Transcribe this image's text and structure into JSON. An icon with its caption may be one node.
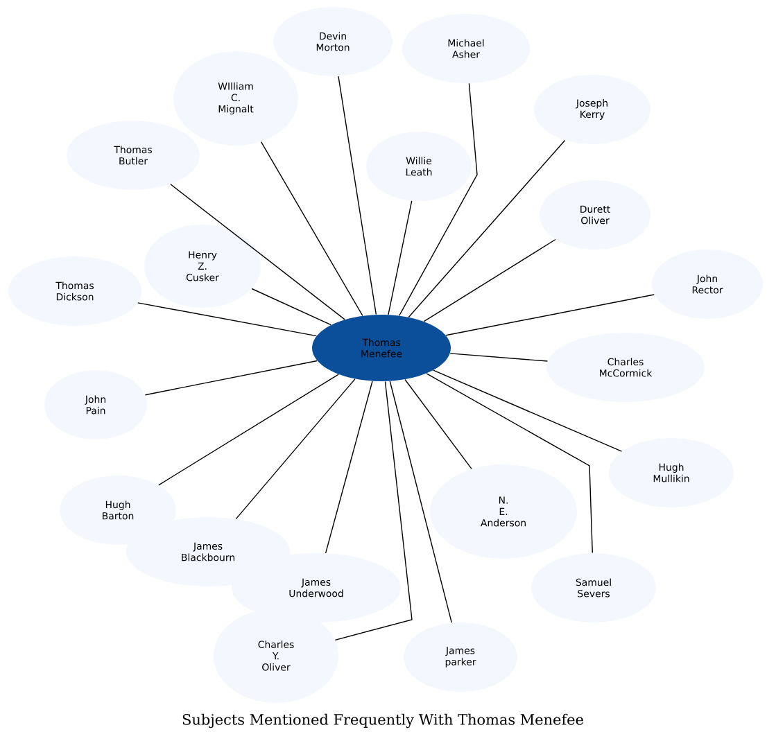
{
  "diagram": {
    "title": "Subjects Mentioned Frequently With Thomas Menefee",
    "nodes": [
      {
        "text": [
          "Thomas Menefee"
        ]
      },
      {
        "text": [
          "Devin Morton"
        ]
      },
      {
        "text": [
          "Michael Asher"
        ]
      },
      {
        "text": [
          "WIlliam C. Mignalt"
        ]
      },
      {
        "text": [
          "Joseph Kerry"
        ]
      },
      {
        "text": [
          "Thomas Butler"
        ]
      },
      {
        "text": [
          "Willie Leath"
        ]
      },
      {
        "text": [
          "Durett Oliver"
        ]
      },
      {
        "text": [
          "Henry Z. Cusker"
        ]
      },
      {
        "text": [
          "Thomas Dickson"
        ]
      },
      {
        "text": [
          "John Rector"
        ]
      },
      {
        "text": [
          "Charles McCormick"
        ]
      },
      {
        "text": [
          "John Pain"
        ]
      },
      {
        "text": [
          "Hugh Mullikin"
        ]
      },
      {
        "text": [
          "Hugh Barton"
        ]
      },
      {
        "text": [
          "N. E. Anderson"
        ]
      },
      {
        "text": [
          "James Blackbourn"
        ]
      },
      {
        "text": [
          "James Underwood"
        ]
      },
      {
        "text": [
          "Samuel Severs"
        ]
      },
      {
        "text": [
          "Charles Y. Oliver"
        ]
      },
      {
        "text": [
          "James parker"
        ]
      }
    ],
    "edges": [
      {
        "from": 1,
        "to": 0,
        "arrow": "none"
      },
      {
        "from": 2,
        "to": 0,
        "arrow": "none"
      },
      {
        "from": 3,
        "to": 0,
        "arrow": "none"
      },
      {
        "from": 4,
        "to": 0,
        "arrow": "none"
      },
      {
        "from": 5,
        "to": 0,
        "arrow": "none"
      },
      {
        "from": 6,
        "to": 0,
        "arrow": "none"
      },
      {
        "from": 7,
        "to": 0,
        "arrow": "none"
      },
      {
        "from": 8,
        "to": 0,
        "arrow": "none"
      },
      {
        "from": 9,
        "to": 0,
        "arrow": "none"
      },
      {
        "from": 10,
        "to": 0,
        "arrow": "none"
      },
      {
        "from": 11,
        "to": 0,
        "arrow": "none"
      },
      {
        "from": 12,
        "to": 0,
        "arrow": "none"
      },
      {
        "from": 13,
        "to": 0,
        "arrow": "none"
      },
      {
        "from": 14,
        "to": 0,
        "arrow": "none"
      },
      {
        "from": 15,
        "to": 0,
        "arrow": "none"
      },
      {
        "from": 16,
        "to": 0,
        "arrow": "none"
      },
      {
        "from": 17,
        "to": 0,
        "arrow": "none"
      },
      {
        "from": 18,
        "to": 0,
        "arrow": "none"
      },
      {
        "from": 19,
        "to": 0,
        "arrow": "none"
      },
      {
        "from": 20,
        "to": 0,
        "arrow": "none"
      }
    ]
  }
}
